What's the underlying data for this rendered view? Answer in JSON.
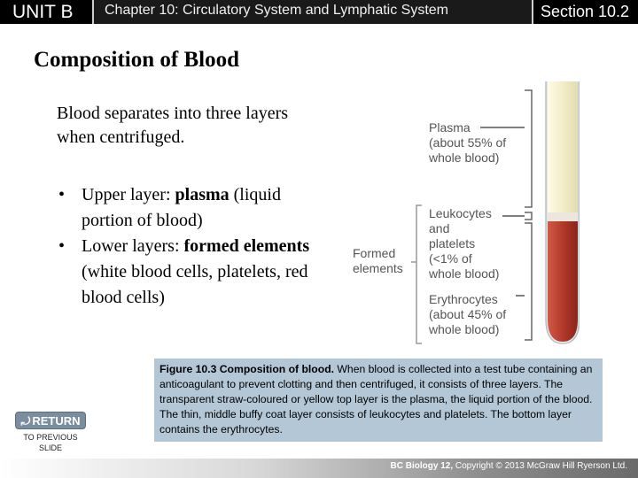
{
  "header": {
    "unit": "UNIT B",
    "chapter": "Chapter 10: Circulatory System and Lymphatic System",
    "section": "Section 10.2"
  },
  "slide": {
    "title": "Composition of Blood",
    "intro": "Blood separates into three layers when centrifuged.",
    "bullets": [
      {
        "pre": "Upper layer: ",
        "bold": "plasma",
        "post": " (liquid portion of blood)"
      },
      {
        "pre": "Lower layers: ",
        "bold": "formed elements",
        "post": " (white blood cells, platelets, red blood cells)"
      }
    ]
  },
  "figure": {
    "plasma": [
      "Plasma",
      "(about 55% of",
      "whole blood)"
    ],
    "formed": [
      "Formed",
      "elements"
    ],
    "leukocytes": [
      "Leukocytes",
      "and",
      "platelets",
      "(<1% of",
      "whole blood)"
    ],
    "erythrocytes": [
      "Erythrocytes",
      "(about 45% of",
      "whole blood)"
    ],
    "colors": {
      "plasma": "#f3edc8",
      "buffy": "#ece6df",
      "erythrocytes": "#b2392a"
    }
  },
  "caption": {
    "bold": "Figure 10.3 Composition of blood.",
    "text": " When blood is collected into a test tube containing an anticoagulant to prevent clotting and then centrifuged, it consists of three layers. The transparent straw-coloured or yellow top layer is the plasma, the liquid portion of the blood. The thin, middle buffy coat layer consists of leukocytes and platelets. The bottom layer contains the erythrocytes."
  },
  "nav": {
    "return_label": "RETURN",
    "return_sub": "TO PREVIOUS SLIDE"
  },
  "footer": {
    "brand": "BC Biology 12,",
    "copyright": " Copyright © 2013 McGraw Hill Ryerson Ltd."
  }
}
